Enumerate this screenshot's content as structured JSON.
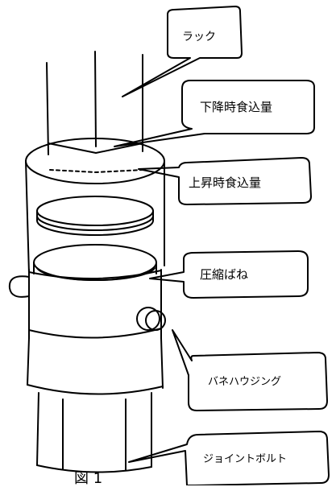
{
  "callouts": {
    "rack": "ラック",
    "descent_bite": "下降時食込量",
    "ascent_bite": "上昇時食込量",
    "compression_spring": "圧縮ばね",
    "spring_housing": "バネハウジング",
    "joint_bolt": "ジョイントボルト"
  },
  "caption": "図 1"
}
